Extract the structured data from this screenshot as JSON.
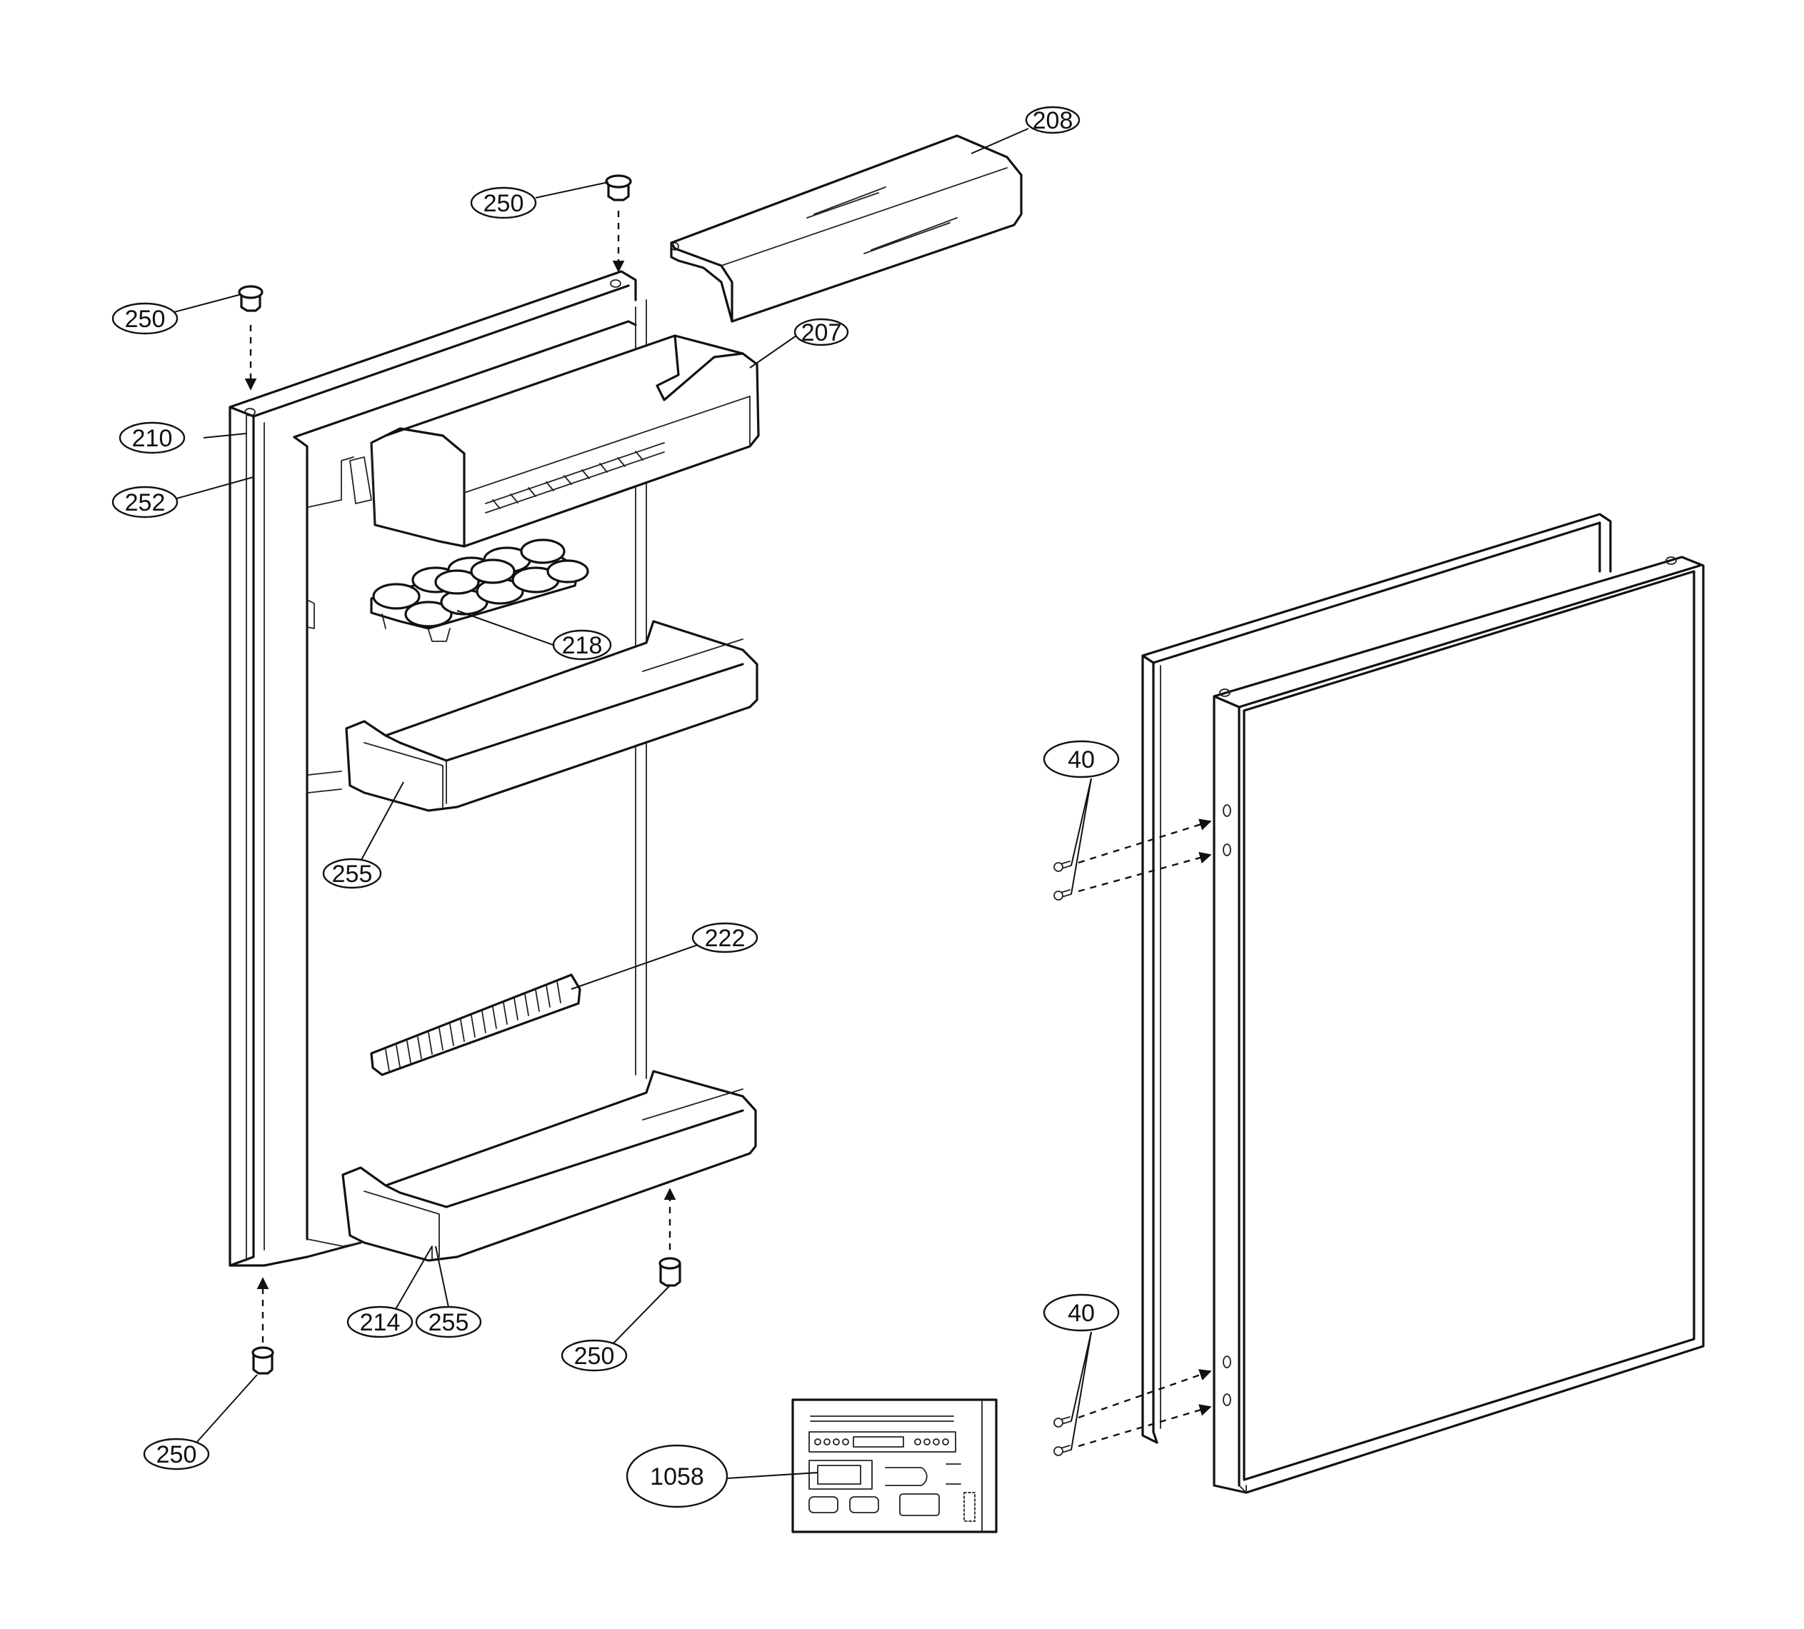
{
  "labels": {
    "p208": "208",
    "p207": "207",
    "p250_top": "250",
    "p250_left": "250",
    "p210": "210",
    "p252": "252",
    "p218": "218",
    "p255_mid": "255",
    "p222": "222",
    "p214": "214",
    "p255_bottom": "255",
    "p250_bottom_mid": "250",
    "p250_bottom_left": "250",
    "p40_top": "40",
    "p40_bottom": "40",
    "p1058": "1058"
  }
}
